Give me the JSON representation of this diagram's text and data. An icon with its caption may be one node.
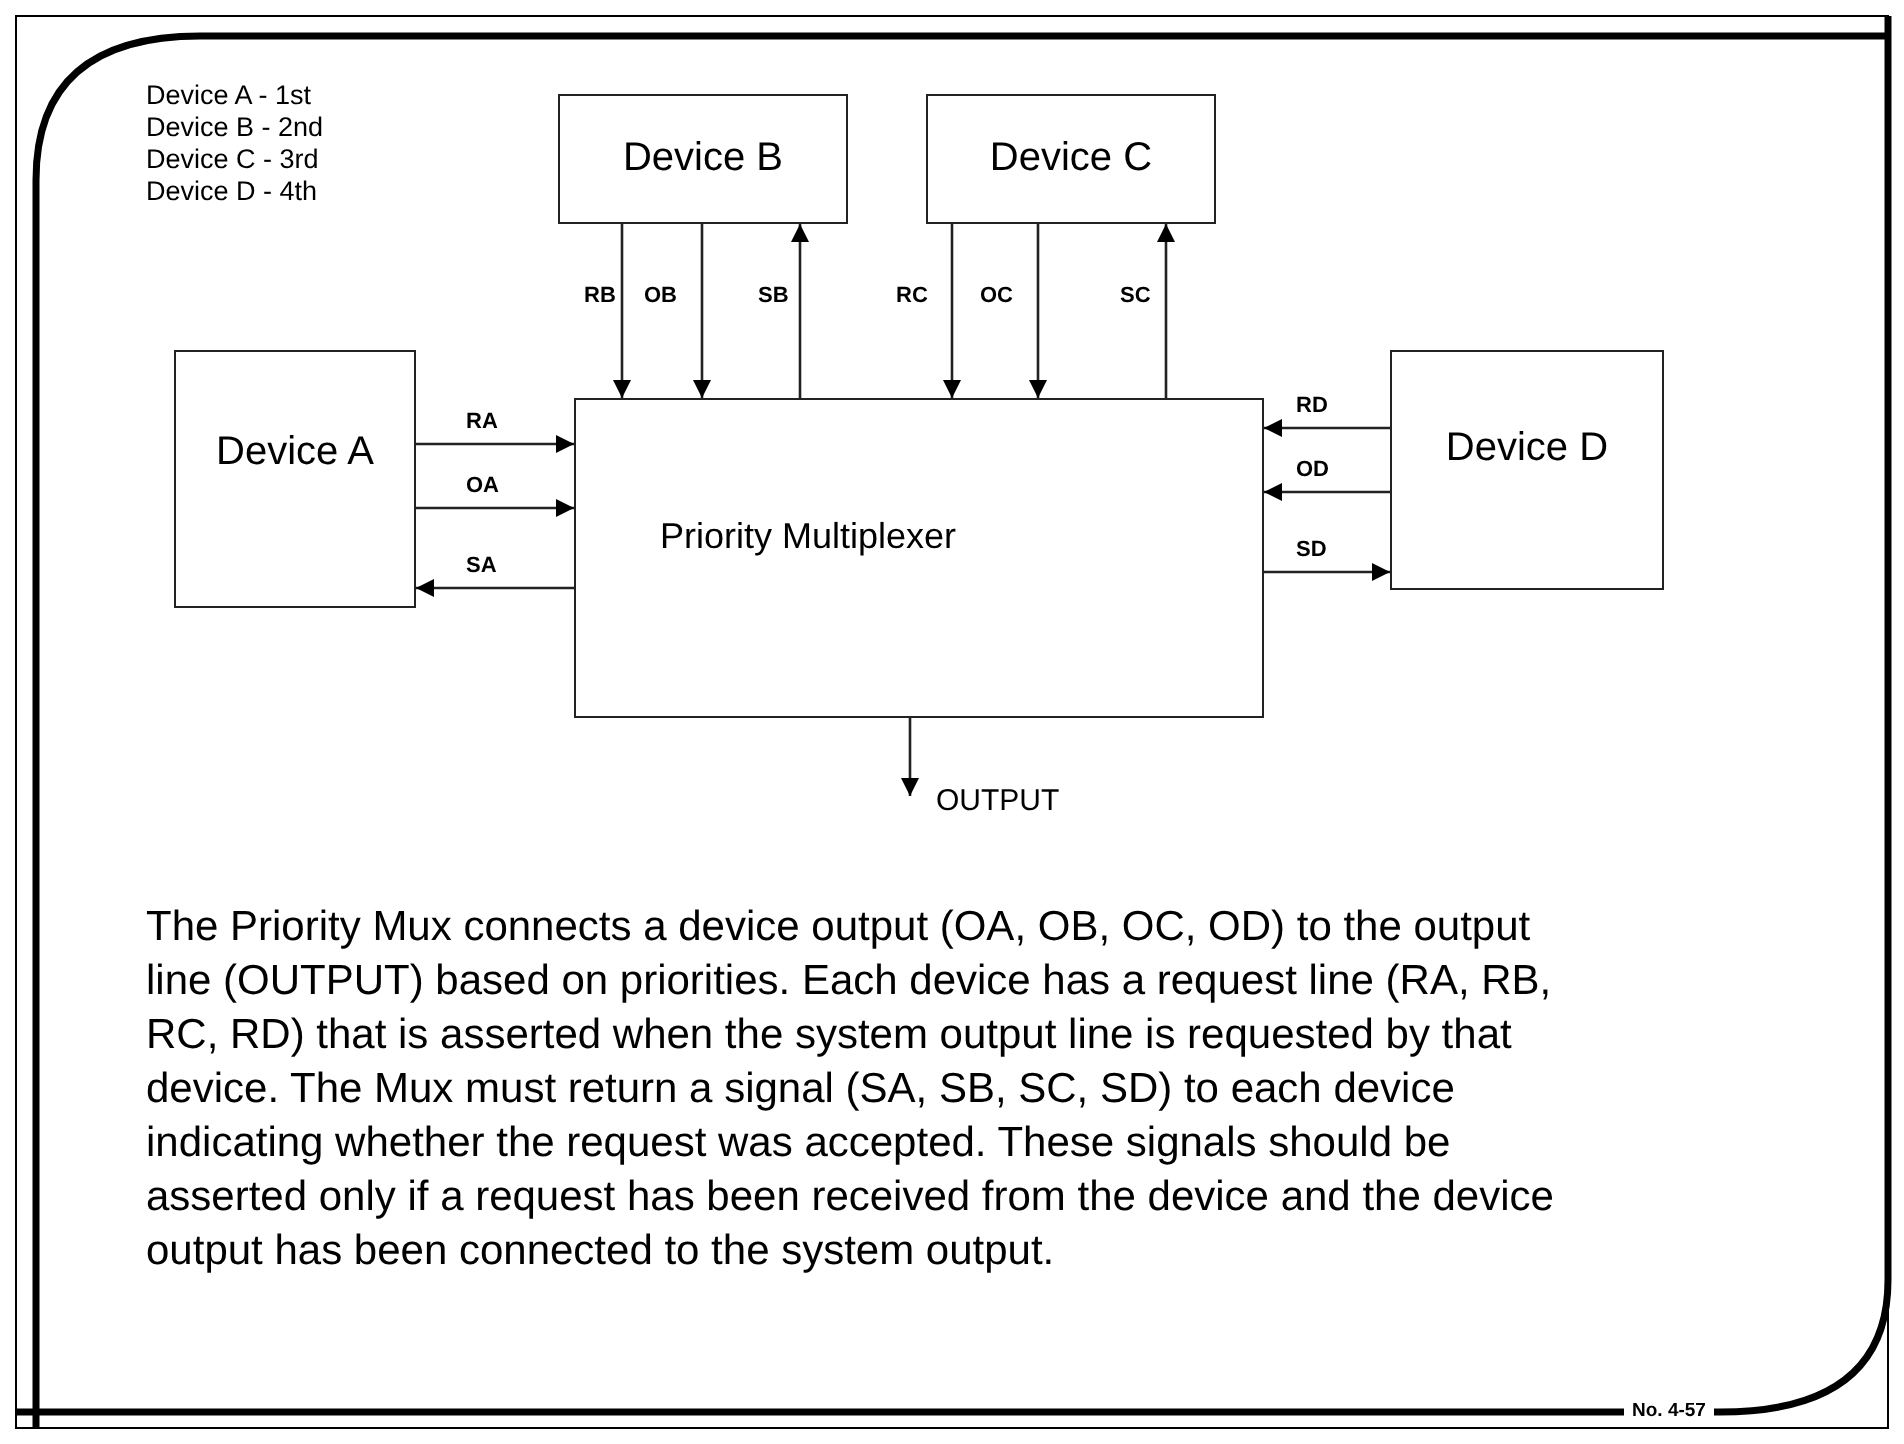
{
  "diagram": {
    "nodes": [
      {
        "text": [
          "Device B"
        ]
      },
      {
        "text": [
          "Device C"
        ]
      },
      {
        "text": [
          "Device A"
        ]
      },
      {
        "text": [
          "Priority Multiplexer"
        ]
      },
      {
        "text": [
          "Device D"
        ]
      },
      {
        "text": [
          "OUTPUT"
        ]
      }
    ],
    "edges": [
      {
        "from": 0,
        "to": 3,
        "arrow": "to",
        "label": "RB"
      },
      {
        "from": 0,
        "to": 3,
        "arrow": "to",
        "label": "OB"
      },
      {
        "from": 3,
        "to": 0,
        "arrow": "to",
        "label": "SB"
      },
      {
        "from": 1,
        "to": 3,
        "arrow": "to",
        "label": "RC"
      },
      {
        "from": 1,
        "to": 3,
        "arrow": "to",
        "label": "OC"
      },
      {
        "from": 3,
        "to": 1,
        "arrow": "to",
        "label": "SC"
      },
      {
        "from": 2,
        "to": 3,
        "arrow": "to",
        "label": "RA"
      },
      {
        "from": 2,
        "to": 3,
        "arrow": "to",
        "label": "OA"
      },
      {
        "from": 3,
        "to": 2,
        "arrow": "to",
        "label": "SA"
      },
      {
        "from": 4,
        "to": 3,
        "arrow": "to",
        "label": "RD"
      },
      {
        "from": 4,
        "to": 3,
        "arrow": "to",
        "label": "OD"
      },
      {
        "from": 3,
        "to": 4,
        "arrow": "to",
        "label": "SD"
      },
      {
        "from": 3,
        "to": 5,
        "arrow": "to"
      }
    ],
    "labels": [
      "Device A - 1st",
      "Device B - 2nd",
      "Device C - 3rd",
      "Device D - 4th",
      "The Priority Mux connects a device output (OA, OB, OC, OD) to the output line (OUTPUT) based on priorities. Each device has a request line (RA, RB, RC, RD) that is asserted when the system output line is requested by that device. The Mux must return a signal (SA, SB, SC, SD) to each device indicating whether the request was accepted. These signals should be asserted only if a request has been received from the device and the device output has been connected to the system output.",
      "No. 4-57"
    ]
  }
}
